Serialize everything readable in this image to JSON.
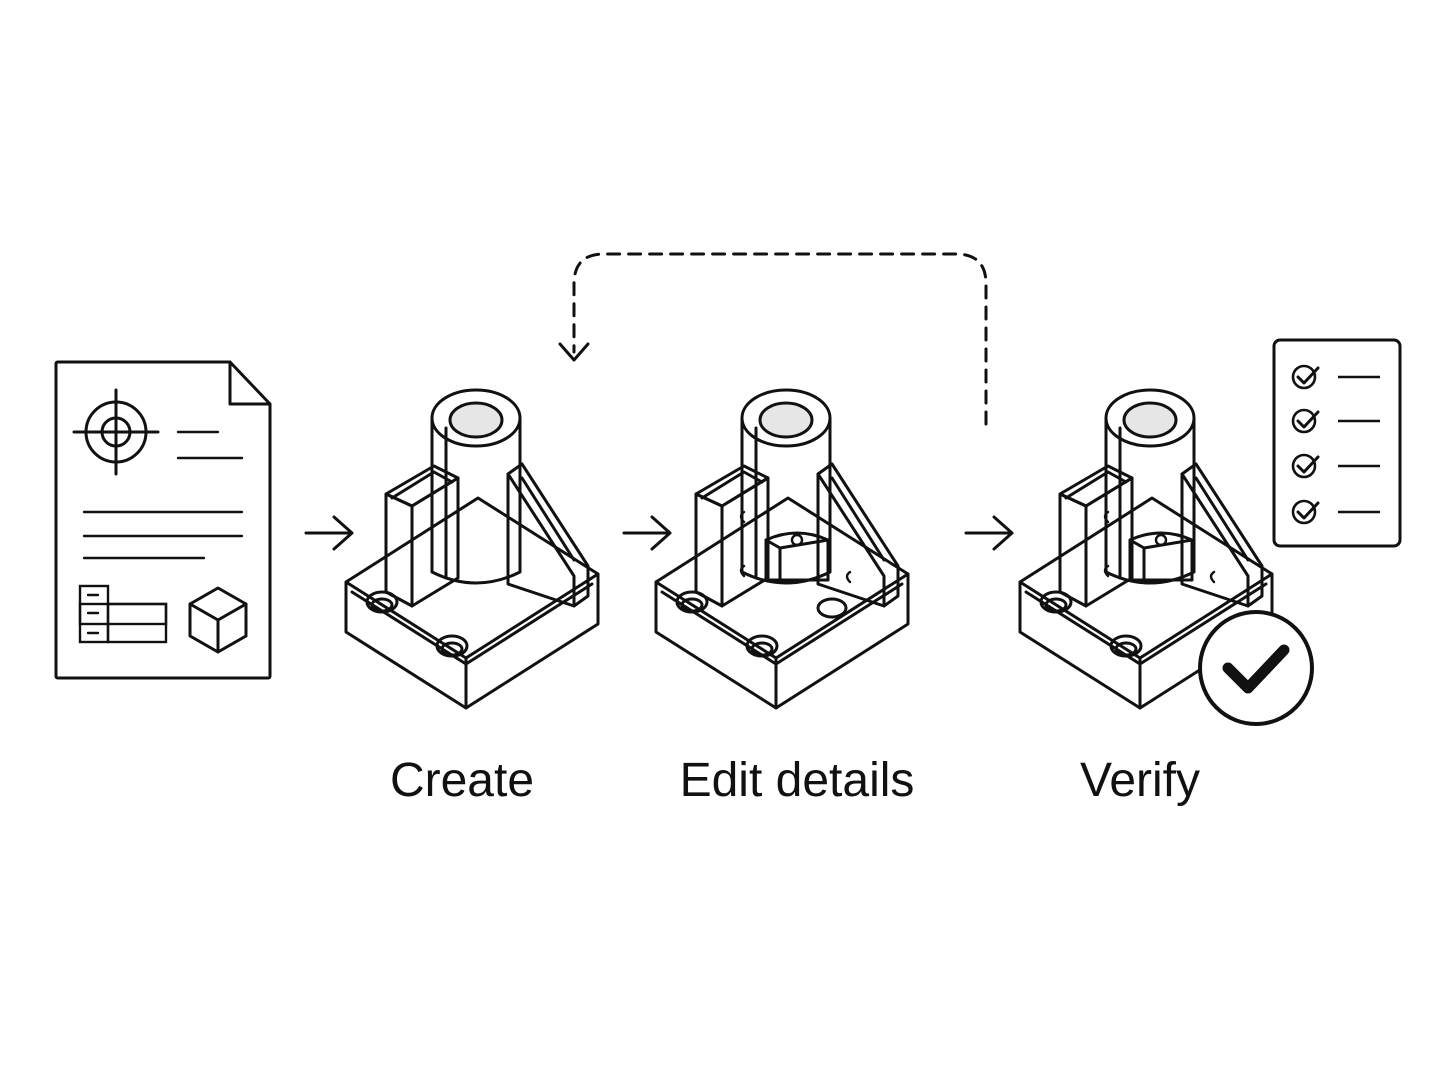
{
  "diagram": {
    "steps": [
      {
        "id": "create",
        "label": "Create"
      },
      {
        "id": "edit",
        "label": "Edit details"
      },
      {
        "id": "verify",
        "label": "Verify"
      }
    ],
    "icons": {
      "input": "drawing-document-icon",
      "checklist": "checklist-icon",
      "approved": "checkmark-circle-icon",
      "loop": "dashed-feedback-arrow"
    },
    "colors": {
      "stroke": "#111111",
      "fill": "#ffffff",
      "bore": "#e6e6e6"
    }
  }
}
